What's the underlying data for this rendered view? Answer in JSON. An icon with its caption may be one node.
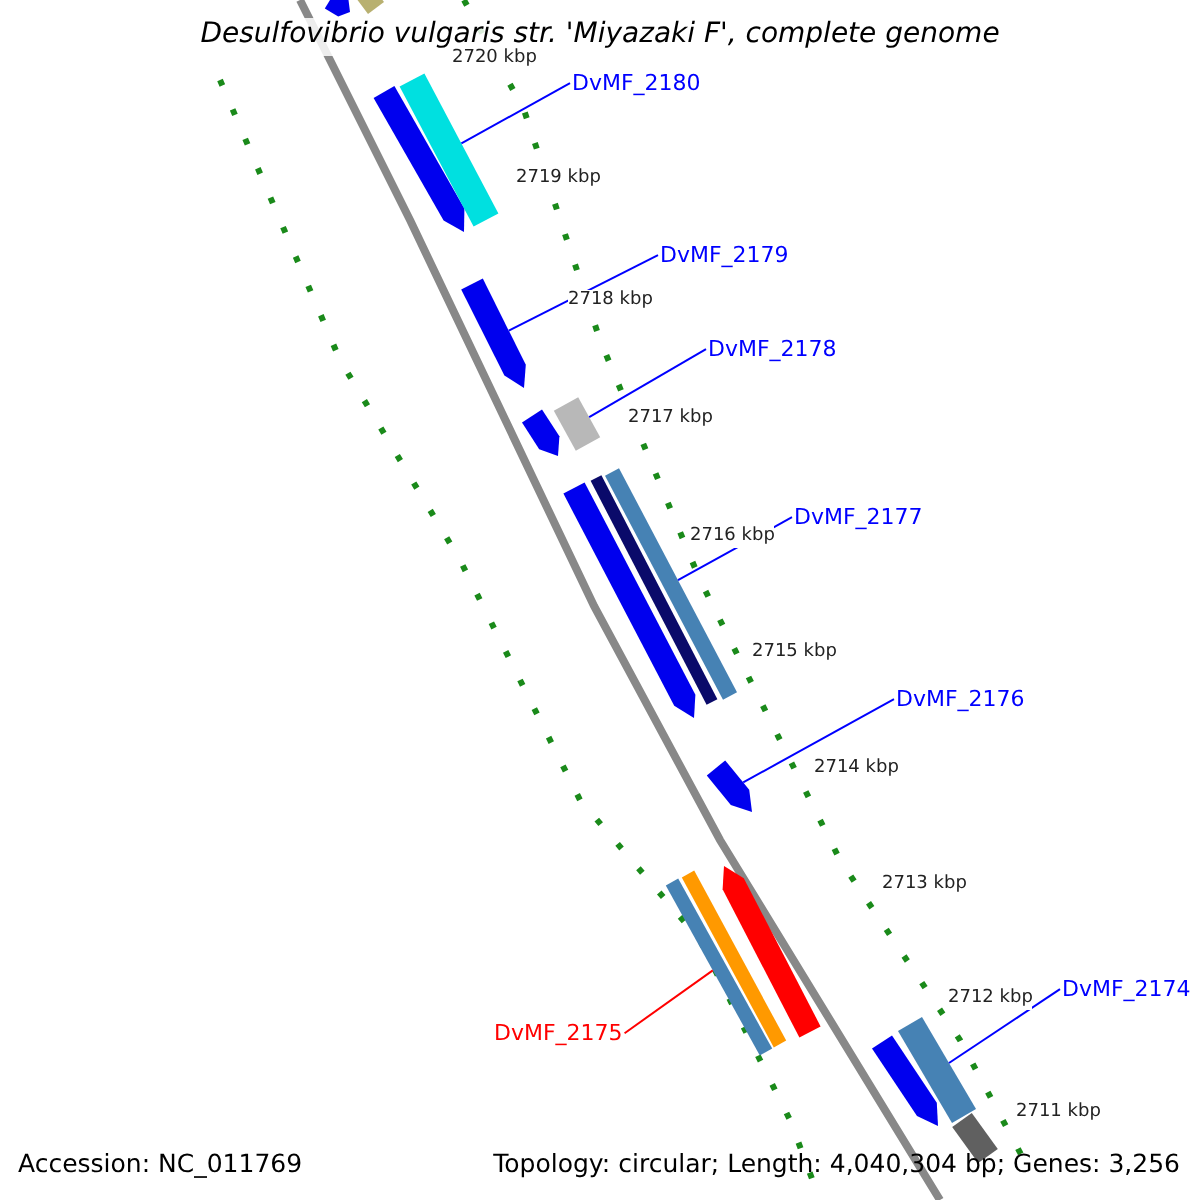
{
  "diagram": {
    "title": "Desulfovibrio vulgaris str. 'Miyazaki F', complete genome",
    "nodes": [
      {
        "text": [
          "DvMF_2180"
        ]
      },
      {
        "text": [],
        "shape": "arrow"
      },
      {
        "text": [],
        "shape": "bar"
      },
      {
        "text": [
          "DvMF_2179"
        ]
      },
      {
        "text": [],
        "shape": "arrow"
      },
      {
        "text": [
          "DvMF_2178"
        ]
      },
      {
        "text": [],
        "shape": "arrow"
      },
      {
        "text": [],
        "shape": "bar"
      },
      {
        "text": [
          "DvMF_2177"
        ]
      },
      {
        "text": [],
        "shape": "arrow"
      },
      {
        "text": [],
        "shape": "bar"
      },
      {
        "text": [],
        "shape": "bar"
      },
      {
        "text": [
          "DvMF_2176"
        ]
      },
      {
        "text": [],
        "shape": "arrow"
      },
      {
        "text": [
          "DvMF_2175"
        ]
      },
      {
        "text": [],
        "shape": "bar"
      },
      {
        "text": [],
        "shape": "bar"
      },
      {
        "text": [],
        "shape": "arrow"
      },
      {
        "text": [
          "DvMF_2174"
        ]
      },
      {
        "text": [],
        "shape": "arrow"
      },
      {
        "text": [],
        "shape": "bar"
      },
      {
        "text": [],
        "shape": "bar"
      }
    ],
    "edges": [
      {
        "from": 0,
        "to": 2,
        "arrow": "none"
      },
      {
        "from": 3,
        "to": 4,
        "arrow": "none"
      },
      {
        "from": 5,
        "to": 7,
        "arrow": "none"
      },
      {
        "from": 8,
        "to": 11,
        "arrow": "none"
      },
      {
        "from": 12,
        "to": 13,
        "arrow": "none"
      },
      {
        "from": 14,
        "to": 15,
        "arrow": "none",
        "color": "#ff0000"
      },
      {
        "from": 18,
        "to": 20,
        "arrow": "none"
      }
    ],
    "labels": [
      "2720 kbp",
      "2719 kbp",
      "2718 kbp",
      "2717 kbp",
      "2716 kbp",
      "2715 kbp",
      "2714 kbp",
      "2713 kbp",
      "2712 kbp",
      "2711 kbp",
      "Accession: NC_011769",
      "Topology: circular; Length: 4,040,304 bp; Genes: 3,256"
    ]
  }
}
